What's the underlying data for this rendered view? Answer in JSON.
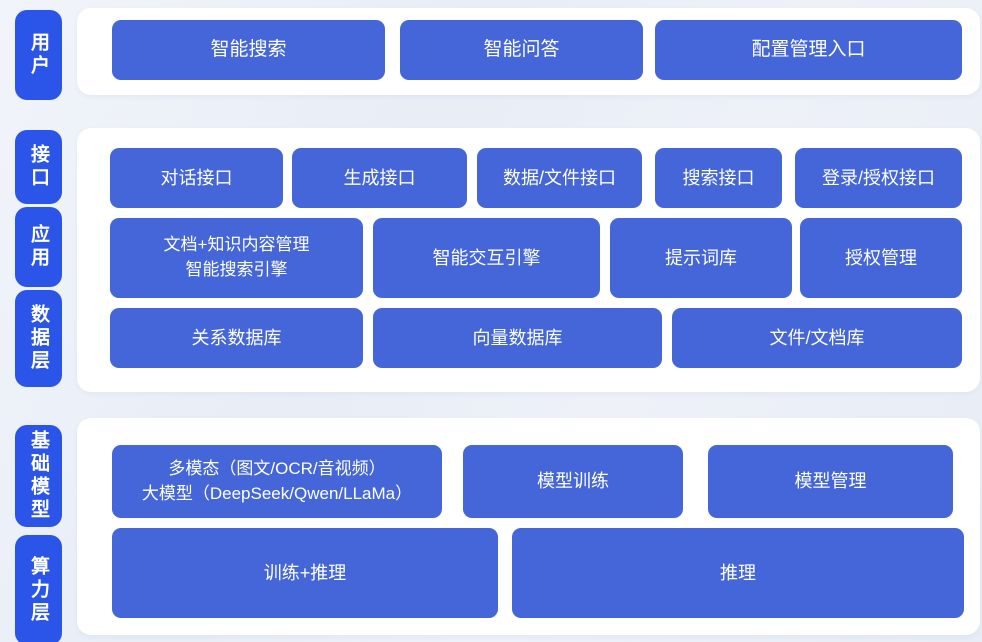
{
  "diagram": {
    "colors": {
      "background": "#eaeef6",
      "panel": "#ffffff",
      "rail_pill": "#2b54e9",
      "box": "#4466d8",
      "text": "#ffffff"
    },
    "bands": [
      {
        "rail_labels": [
          "用户"
        ],
        "rows": [
          [
            "智能搜索",
            "智能问答",
            "配置管理入口"
          ]
        ]
      },
      {
        "rail_labels": [
          "接口",
          "应用",
          "数据层"
        ],
        "rows": [
          [
            "对话接口",
            "生成接口",
            "数据/文件接口",
            "搜索接口",
            "登录/授权接口"
          ],
          [
            {
              "line1": "文档+知识内容管理",
              "line2": "智能搜索引擎"
            },
            "智能交互引擎",
            "提示词库",
            "授权管理"
          ],
          [
            "关系数据库",
            "向量数据库",
            "文件/文档库"
          ]
        ]
      },
      {
        "rail_labels": [
          "基础模型",
          "算力层"
        ],
        "rows": [
          [
            {
              "line1": "多模态（图文/OCR/音视频）",
              "line2": "大模型（DeepSeek/Qwen/LLaMa）"
            },
            "模型训练",
            "模型管理"
          ],
          [
            "训练+推理",
            "推理"
          ]
        ]
      }
    ]
  }
}
